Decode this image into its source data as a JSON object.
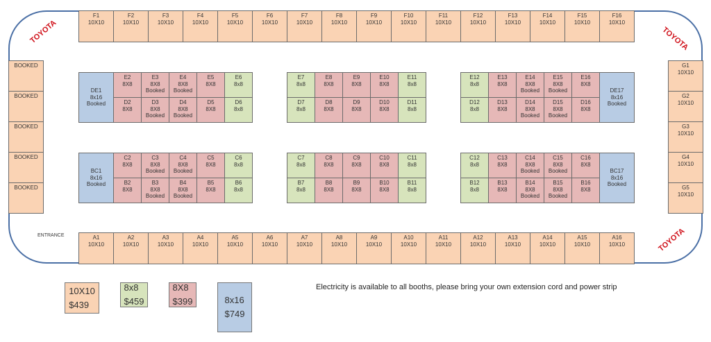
{
  "colors": {
    "10x10": "#fad3b4",
    "8x8_pink": "#e6b8b7",
    "8x8_green": "#d7e4bc",
    "8x16": "#b8cce4",
    "outline": "#4a6fa5"
  },
  "logo_text": "TOYOTA",
  "entrance": "ENTRANCE",
  "top_row": [
    "F1",
    "F2",
    "F3",
    "F4",
    "F5",
    "F6",
    "F7",
    "F8",
    "F9",
    "F10",
    "F11",
    "F12",
    "F13",
    "F14",
    "F15",
    "F16"
  ],
  "bottom_row": [
    "A1",
    "A2",
    "A3",
    "A4",
    "A5",
    "A6",
    "A7",
    "A8",
    "A9",
    "A10",
    "A11",
    "A12",
    "A13",
    "A14",
    "A15",
    "A16"
  ],
  "row_size": "10X10",
  "left_column": [
    "BOOKED",
    "BOOKED",
    "BOOKED",
    "BOOKED",
    "BOOKED"
  ],
  "right_column": [
    "G1",
    "G2",
    "G3",
    "G4",
    "G5"
  ],
  "blocks": [
    {
      "row": "upper",
      "big_left": {
        "label": "DE1",
        "size": "8x16",
        "status": "Booked"
      },
      "top": [
        [
          "E2",
          "8X8",
          "",
          "p"
        ],
        [
          "E3",
          "8X8",
          "Booked",
          "p"
        ],
        [
          "E4",
          "8X8",
          "Booked",
          "p"
        ],
        [
          "E5",
          "8X8",
          "",
          "p"
        ],
        [
          "E6",
          "8x8",
          "",
          "g"
        ]
      ],
      "bottom": [
        [
          "D2",
          "8X8",
          "",
          "p"
        ],
        [
          "D3",
          "8X8",
          "Booked",
          "p"
        ],
        [
          "D4",
          "8X8",
          "Booked",
          "p"
        ],
        [
          "D5",
          "8X8",
          "",
          "p"
        ],
        [
          "D6",
          "8x8",
          "",
          "g"
        ]
      ]
    },
    {
      "row": "upper",
      "top": [
        [
          "E7",
          "8x8",
          "",
          "g"
        ],
        [
          "E8",
          "8X8",
          "",
          "p"
        ],
        [
          "E9",
          "8X8",
          "",
          "p"
        ],
        [
          "E10",
          "8X8",
          "",
          "p"
        ],
        [
          "E11",
          "8x8",
          "",
          "g"
        ]
      ],
      "bottom": [
        [
          "D7",
          "8x8",
          "",
          "g"
        ],
        [
          "D8",
          "8X8",
          "",
          "p"
        ],
        [
          "D9",
          "8X8",
          "",
          "p"
        ],
        [
          "D10",
          "8X8",
          "",
          "p"
        ],
        [
          "D11",
          "8x8",
          "",
          "g"
        ]
      ]
    },
    {
      "row": "upper",
      "big_right": {
        "label": "DE17",
        "size": "8x16",
        "status": "Booked"
      },
      "top": [
        [
          "E12",
          "8x8",
          "",
          "g"
        ],
        [
          "E13",
          "8X8",
          "",
          "p"
        ],
        [
          "E14",
          "8X8",
          "Booked",
          "p"
        ],
        [
          "E15",
          "8X8",
          "Booked",
          "p"
        ],
        [
          "E16",
          "8X8",
          "",
          "p"
        ]
      ],
      "bottom": [
        [
          "D12",
          "8x8",
          "",
          "g"
        ],
        [
          "D13",
          "8X8",
          "",
          "p"
        ],
        [
          "D14",
          "8X8",
          "Booked",
          "p"
        ],
        [
          "D15",
          "8X8",
          "Booked",
          "p"
        ],
        [
          "D16",
          "8X8",
          "",
          "p"
        ]
      ]
    },
    {
      "row": "lower",
      "big_left": {
        "label": "BC1",
        "size": "8x16",
        "status": "Booked"
      },
      "top": [
        [
          "C2",
          "8X8",
          "",
          "p"
        ],
        [
          "C3",
          "8X8",
          "Booked",
          "p"
        ],
        [
          "C4",
          "8X8",
          "Booked",
          "p"
        ],
        [
          "C5",
          "8X8",
          "",
          "p"
        ],
        [
          "C6",
          "8x8",
          "",
          "g"
        ]
      ],
      "bottom": [
        [
          "B2",
          "8X8",
          "",
          "p"
        ],
        [
          "B3",
          "8X8",
          "Booked",
          "p"
        ],
        [
          "B4",
          "8X8",
          "Booked",
          "p"
        ],
        [
          "B5",
          "8X8",
          "",
          "p"
        ],
        [
          "B6",
          "8x8",
          "",
          "g"
        ]
      ]
    },
    {
      "row": "lower",
      "top": [
        [
          "C7",
          "8x8",
          "",
          "g"
        ],
        [
          "C8",
          "8X8",
          "",
          "p"
        ],
        [
          "C9",
          "8X8",
          "",
          "p"
        ],
        [
          "C10",
          "8X8",
          "",
          "p"
        ],
        [
          "C11",
          "8x8",
          "",
          "g"
        ]
      ],
      "bottom": [
        [
          "B7",
          "8x8",
          "",
          "g"
        ],
        [
          "B8",
          "8X8",
          "",
          "p"
        ],
        [
          "B9",
          "8X8",
          "",
          "p"
        ],
        [
          "B10",
          "8X8",
          "",
          "p"
        ],
        [
          "B11",
          "8x8",
          "",
          "g"
        ]
      ]
    },
    {
      "row": "lower",
      "big_right": {
        "label": "BC17",
        "size": "8x16",
        "status": "Booked"
      },
      "top": [
        [
          "C12",
          "8x8",
          "",
          "g"
        ],
        [
          "C13",
          "8X8",
          "",
          "p"
        ],
        [
          "C14",
          "8X8",
          "Booked",
          "p"
        ],
        [
          "C15",
          "8X8",
          "Booked",
          "p"
        ],
        [
          "C16",
          "8X8",
          "",
          "p"
        ]
      ],
      "bottom": [
        [
          "B12",
          "8x8",
          "",
          "g"
        ],
        [
          "B13",
          "8X8",
          "",
          "p"
        ],
        [
          "B14",
          "8X8",
          "Booked",
          "p"
        ],
        [
          "B15",
          "8X8",
          "Booked",
          "p"
        ],
        [
          "B16",
          "8X8",
          "",
          "p"
        ]
      ]
    }
  ],
  "legend": [
    {
      "size": "10X10",
      "price": "$439",
      "color": "o"
    },
    {
      "size": "8x8",
      "price": "$459",
      "color": "g"
    },
    {
      "size": "8X8",
      "price": "$399",
      "color": "p"
    },
    {
      "size": "8x16",
      "price": "$749",
      "color": "b"
    }
  ],
  "note": "Electricity is available to all booths, please bring your own extension cord and power strip"
}
